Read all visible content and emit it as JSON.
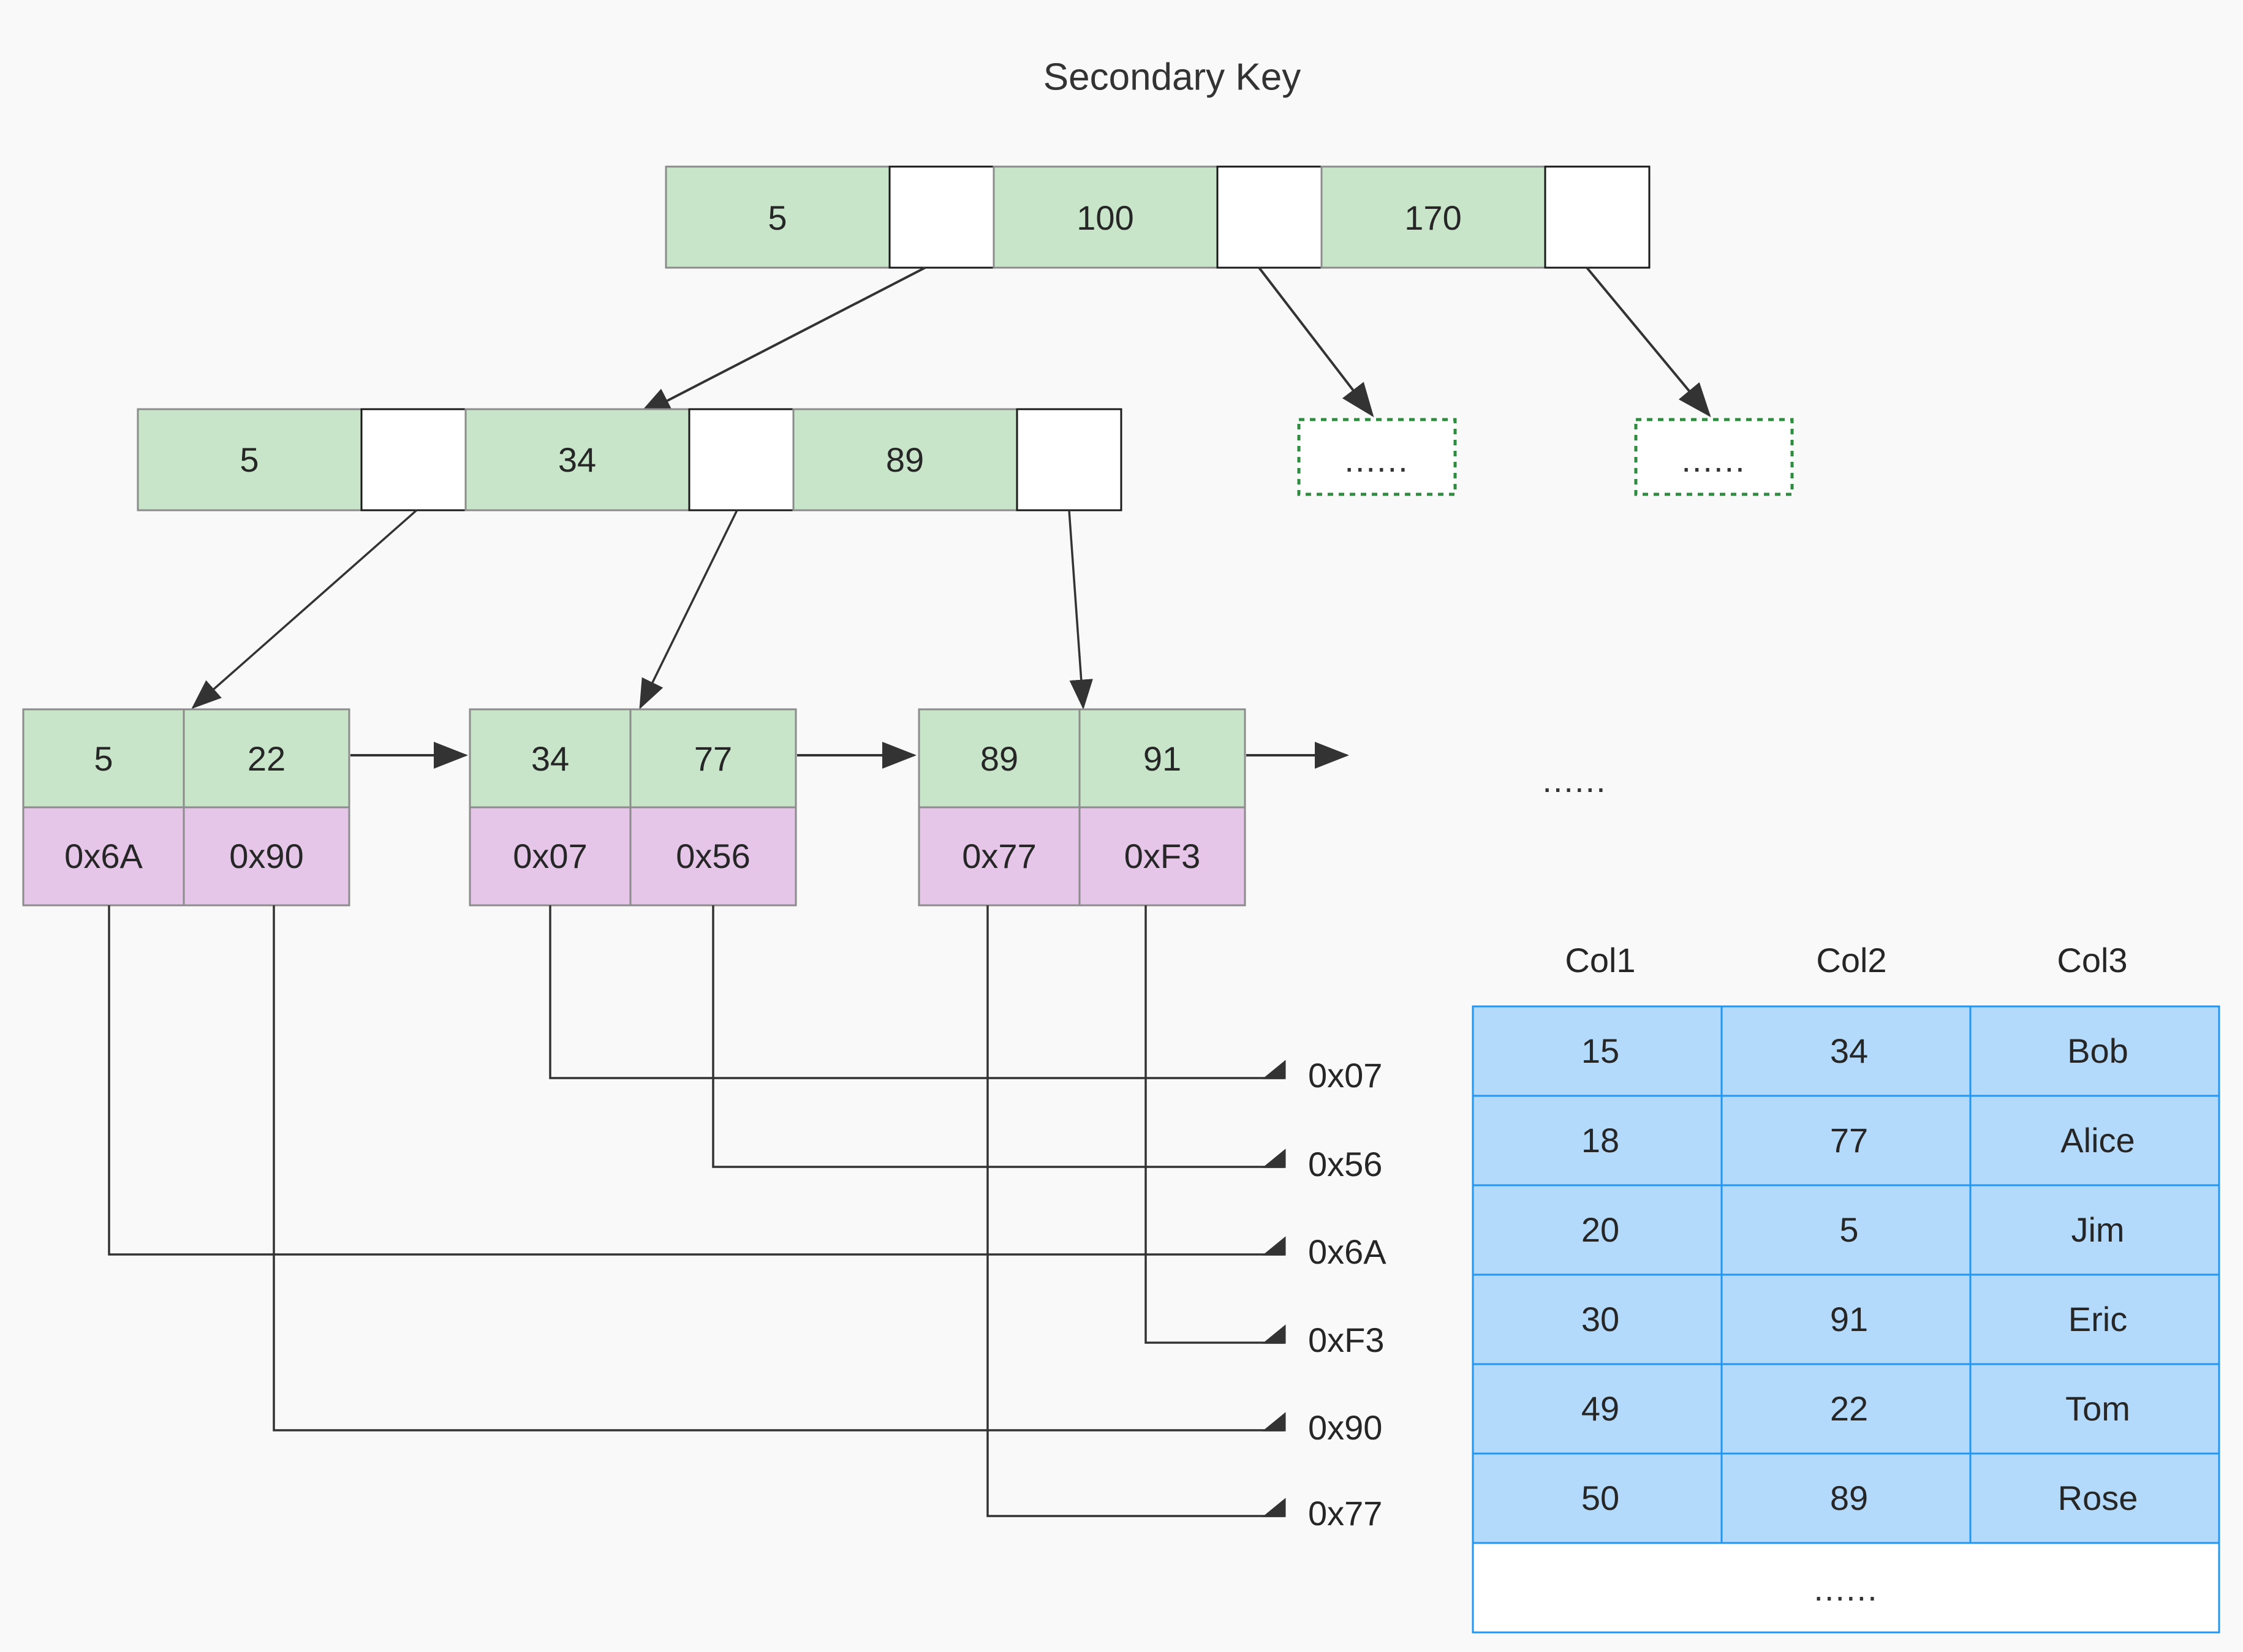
{
  "title": "Secondary Key",
  "ellipsis": "......",
  "tree": {
    "root": {
      "cells": [
        {
          "type": "key",
          "label": "5"
        },
        {
          "type": "pointer",
          "label": ""
        },
        {
          "type": "key",
          "label": "100"
        },
        {
          "type": "pointer",
          "label": ""
        },
        {
          "type": "key",
          "label": "170"
        },
        {
          "type": "pointer",
          "label": ""
        }
      ]
    },
    "internal": {
      "cells": [
        {
          "type": "key",
          "label": "5"
        },
        {
          "type": "pointer",
          "label": ""
        },
        {
          "type": "key",
          "label": "34"
        },
        {
          "type": "pointer",
          "label": ""
        },
        {
          "type": "key",
          "label": "89"
        },
        {
          "type": "pointer",
          "label": ""
        }
      ]
    },
    "placeholder_nodes": [
      {
        "label": "......"
      },
      {
        "label": "......"
      }
    ],
    "leaves": [
      {
        "keys": [
          "5",
          "22"
        ],
        "addresses": [
          "0x6A",
          "0x90"
        ]
      },
      {
        "keys": [
          "34",
          "77"
        ],
        "addresses": [
          "0x07",
          "0x56"
        ]
      },
      {
        "keys": [
          "89",
          "91"
        ],
        "addresses": [
          "0x77",
          "0xF3"
        ]
      }
    ],
    "leaf_chain_ellipsis": "......"
  },
  "address_labels": [
    "0x07",
    "0x56",
    "0x6A",
    "0xF3",
    "0x90",
    "0x77"
  ],
  "table": {
    "headers": [
      "Col1",
      "Col2",
      "Col3"
    ],
    "rows": [
      [
        "15",
        "34",
        "Bob"
      ],
      [
        "18",
        "77",
        "Alice"
      ],
      [
        "20",
        "5",
        "Jim"
      ],
      [
        "30",
        "91",
        "Eric"
      ],
      [
        "49",
        "22",
        "Tom"
      ],
      [
        "50",
        "89",
        "Rose"
      ]
    ],
    "footer_ellipsis": "......"
  },
  "colors": {
    "background": "#f9f9f9",
    "key_fill": "#c8e5ca",
    "address_fill": "#e5c6e8",
    "pointer_fill": "#ffffff",
    "table_fill": "#b3d9fb",
    "table_border": "#2196f3",
    "dotted_border": "#2e8b3f",
    "line": "#333333"
  }
}
